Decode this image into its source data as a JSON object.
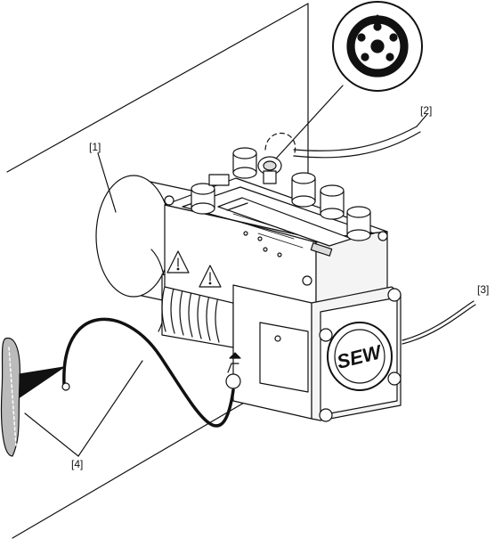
{
  "diagram": {
    "callouts": [
      {
        "id": "c1",
        "label": "[1]"
      },
      {
        "id": "c2",
        "label": "[2]"
      },
      {
        "id": "c3",
        "label": "[3]"
      },
      {
        "id": "c4",
        "label": "[4]"
      }
    ],
    "brand_logo": "SEW",
    "colors": {
      "line": "#111111",
      "fill": "#ffffff",
      "shade": "#dcdcdc",
      "dark": "#555555"
    }
  }
}
